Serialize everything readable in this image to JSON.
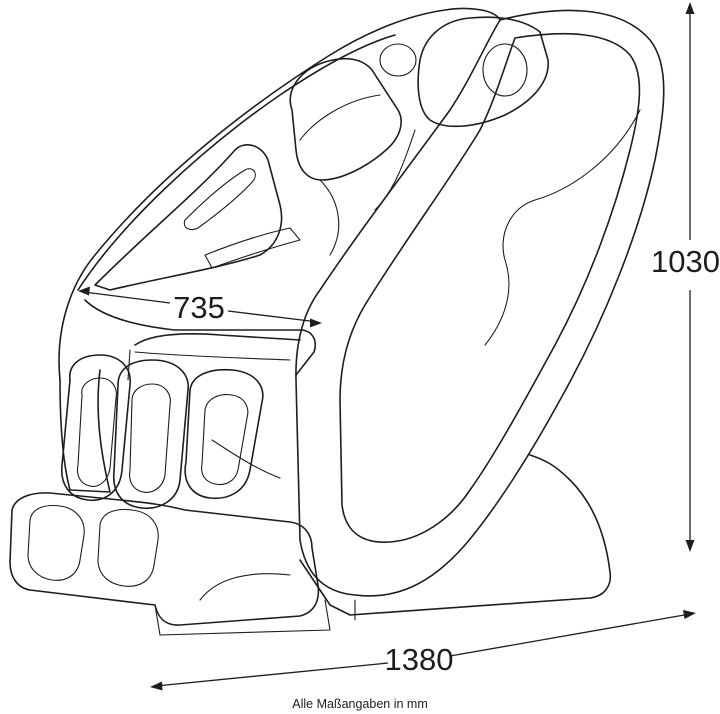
{
  "diagram": {
    "subject_icon": "massage-chair-line-drawing",
    "dimensions": {
      "height": "1030",
      "width": "735",
      "length": "1380"
    },
    "caption": "Alle Maßangaben in mm",
    "line_color": "#1e1e1e",
    "background_color": "#ffffff"
  }
}
